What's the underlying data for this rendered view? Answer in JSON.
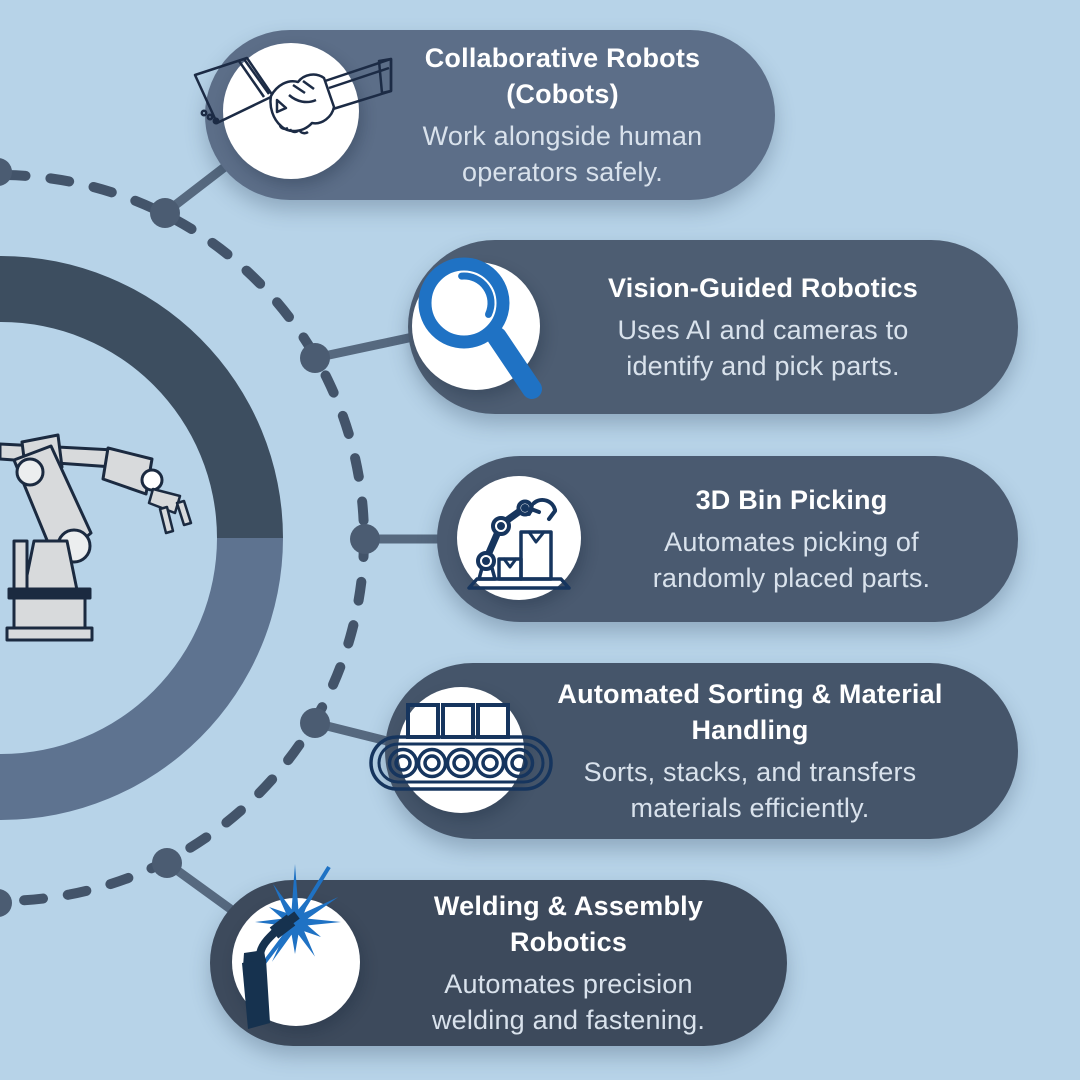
{
  "palette": {
    "background": "#b7d3e8",
    "ring_top": "#3d4e60",
    "ring_bottom": "#5e7390",
    "dashed_circle": "#43546a",
    "node_dot": "#4b5c72",
    "connector": "#56697f",
    "icon_line_navy": "#16355e",
    "accent_blue": "#1f72c4",
    "title_text": "#ffffff",
    "body_text": "#d9e2ec"
  },
  "cards": [
    {
      "icon": "handshake-icon",
      "color": "#5c6e88",
      "title": "Collaborative Robots (Cobots)",
      "body": "Work alongside human operators safely."
    },
    {
      "icon": "magnifier-icon",
      "color": "#4d5d72",
      "title": "Vision-Guided Robotics",
      "body": "Uses AI and cameras to identify and pick parts."
    },
    {
      "icon": "bin-picking-robot-icon",
      "color": "#4a5a70",
      "title": "3D Bin Picking",
      "body": "Automates picking of randomly placed parts."
    },
    {
      "icon": "conveyor-icon",
      "color": "#45556a",
      "title": "Automated Sorting & Material Handling",
      "body": "Sorts, stacks, and transfers materials efficiently."
    },
    {
      "icon": "welding-torch-icon",
      "color": "#3d4a5c",
      "title": "Welding & Assembly Robotics",
      "body": "Automates precision welding and fastening."
    }
  ]
}
